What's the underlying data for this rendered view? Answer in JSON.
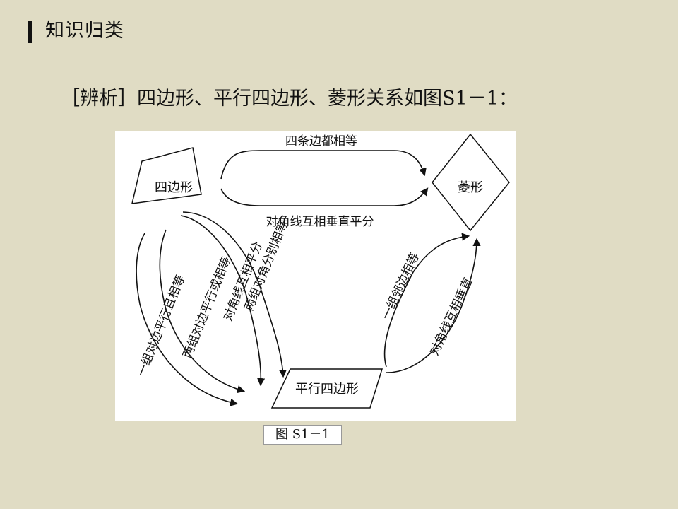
{
  "header": {
    "title": "知识归类"
  },
  "intro": {
    "text": "［辨析］四边形、平行四边形、菱形关系如图S1－1："
  },
  "diagram": {
    "nodes": {
      "quadrilateral": "四边形",
      "rhombus": "菱形",
      "parallelogram": "平行四边形"
    },
    "labels": {
      "four_sides_equal": "四条边都相等",
      "diag_perp_bisect": "对角线互相垂直平分",
      "one_pair_parallel_equal": "一组对边平行且相等",
      "two_pairs_sides": "两组对边平行或相等",
      "diag_bisect": "对角线互相平分",
      "two_pairs_angles": "两组对角分别相等",
      "one_pair_adjacent_equal": "一组邻边相等",
      "diag_perp": "对角线互相垂直"
    }
  },
  "caption": {
    "text": "图 S1－1"
  }
}
